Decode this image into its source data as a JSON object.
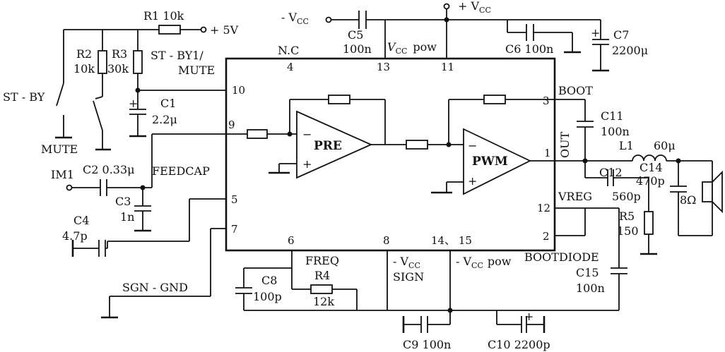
{
  "chip": {
    "pin_nc": "N.C",
    "pin_4": "4",
    "pin_13": "13",
    "pin_11": "11",
    "pin_10": "10",
    "pin_9": "9",
    "pin_5": "5",
    "pin_7": "7",
    "pin_6": "6",
    "pin_8": "8",
    "pin_14_15": "14、 15",
    "pin_3": "3",
    "pin_1": "1",
    "pin_12": "12",
    "pin_2": "2",
    "label_vcc_pow_top_v": "V",
    "label_vcc_pow_top_sub": "CC",
    "label_vcc_pow_top_tail": "pow",
    "label_boot": "BOOT",
    "label_out": "OUT",
    "label_vreg": "VREG",
    "label_bootdiode": "BOOTDIODE",
    "label_freq": "FREQ",
    "label_sign_neg_vcc": "- V",
    "label_sign_neg_vcc_sub": "CC",
    "label_sign": "SIGN",
    "label_pow_neg_vcc": "- V",
    "label_pow_neg_vcc_sub": "CC",
    "label_pow_neg_vcc_tail": "pow",
    "label_st_by1": "ST - BY1/",
    "label_mute": "MUTE",
    "label_feedcap": "FEEDCAP",
    "label_sgn_gnd": "SGN - GND"
  },
  "amplifiers": {
    "pre_label": "PRE",
    "pwm_label": "PWM",
    "minus_sign": "−",
    "plus_sign": "+"
  },
  "supply": {
    "plus_5v": "+ 5V",
    "neg_vcc": "- V",
    "neg_vcc_sub": "CC",
    "pos_vcc": "+ V",
    "pos_vcc_sub": "CC"
  },
  "components": {
    "r1": "R1  10k",
    "r2_name": "R2",
    "r2_value": "10k",
    "r3_name": "R3",
    "r3_value": "30k",
    "c1_name": "C1",
    "c1_value": "2.2μ",
    "c2": "C2  0.33μ",
    "c3_name": "C3",
    "c3_value": "1n",
    "c4_name": "C4",
    "c4_value": "4.7p",
    "c5_name": "C5",
    "c5_value": "100n",
    "c6": "C6  100n",
    "c7_name": "C7",
    "c7_value": "2200μ",
    "c8_name": "C8",
    "c8_value": "100p",
    "r4_name": "R4",
    "r4_value": "12k",
    "c9": "C9  100n",
    "c10": "C10  2200p",
    "c11_name": "C11",
    "c11_value": "100n",
    "l1_name": "L1",
    "l1_value": "60μ",
    "c12_name": "C12",
    "c12_value": "560p",
    "c14_name": "C14",
    "c14_value": "470p",
    "r5_name": "R5",
    "r5_value": "150",
    "speaker_value": "8Ω",
    "c15_name": "C15",
    "c15_value": "100n"
  },
  "switches": {
    "st_by": "ST - BY",
    "mute": "MUTE"
  },
  "input": {
    "im1": "IM1"
  }
}
